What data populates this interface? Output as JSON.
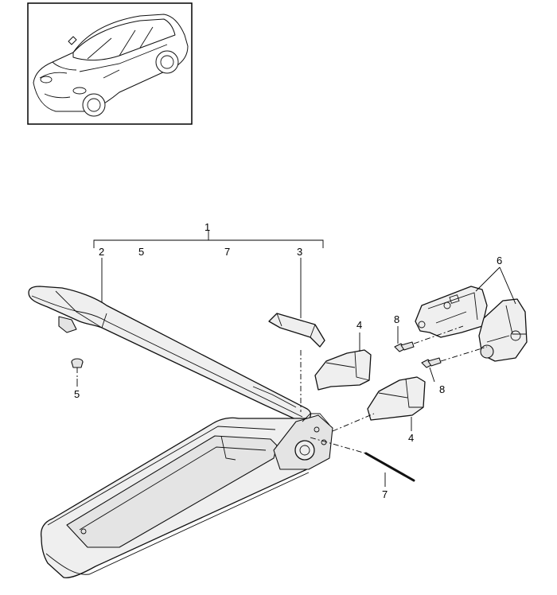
{
  "callouts": {
    "c1": "1",
    "c2": "2",
    "c5_bracket": "5",
    "c7_bracket": "7",
    "c3": "3",
    "c4_upper": "4",
    "c4_lower": "4",
    "c5_left": "5",
    "c6": "6",
    "c7_right": "7",
    "c8_upper": "8",
    "c8_lower": "8"
  },
  "icons": {
    "thumbnail": "vehicle-overview-icon"
  }
}
